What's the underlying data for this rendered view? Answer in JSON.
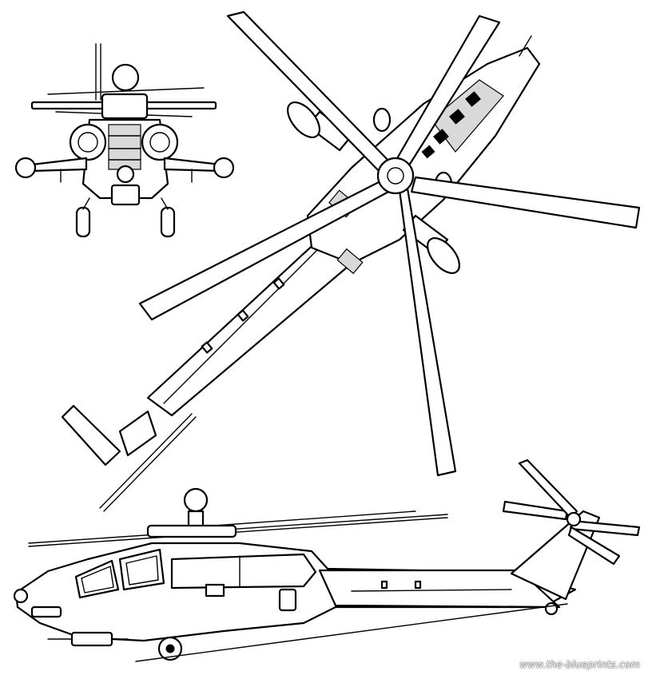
{
  "watermark": {
    "text": "www.the-blueprints.com"
  },
  "colors": {
    "line": "#000000",
    "background": "#ffffff",
    "fill_dark": "#000000",
    "fill_light": "#d9d9d9"
  },
  "views": [
    {
      "id": "front",
      "label": ""
    },
    {
      "id": "top",
      "label": ""
    },
    {
      "id": "side",
      "label": ""
    }
  ]
}
